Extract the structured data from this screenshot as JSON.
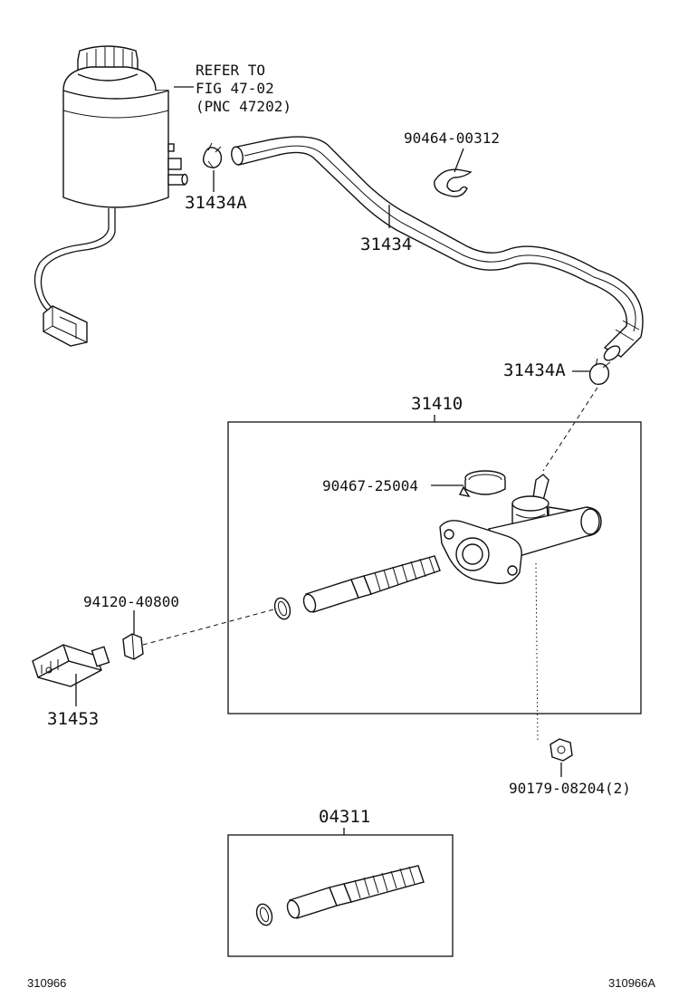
{
  "refer_note": {
    "line1": "REFER TO",
    "line2": "FIG 47-02",
    "line3": "(PNC 47202)"
  },
  "labels": {
    "clip_upper": "31434A",
    "hose": "31434",
    "clip_hose": "90464-00312",
    "clip_lower": "31434A",
    "master_cylinder": "31410",
    "hose_clamp": "90467-25004",
    "push_rod_nut": "94120-40800",
    "clevis": "31453",
    "mount_nut": "90179-08204(2)",
    "repair_kit": "04311"
  },
  "footer": {
    "left_code": "310966",
    "right_code": "310966A"
  }
}
